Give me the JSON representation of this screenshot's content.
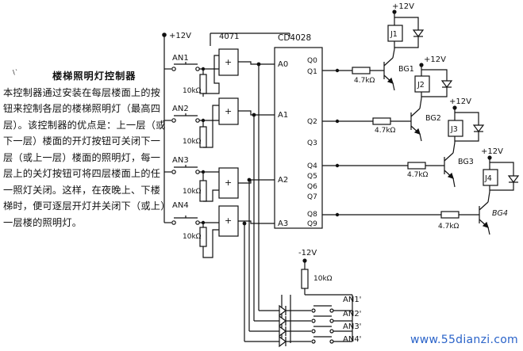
{
  "description": {
    "title": "楼梯照明灯控制器",
    "body": "本控制器通过安装在每层楼面上的按钮来控制各层的楼梯照明灯（最高四层）。该控制器的优点是：上一层（或下一层）楼面的开灯按钮可关闭下一层（或上一层）楼面的照明灯，每一层上的关灯按钮可将四层楼面上的任一照灯关闭。这样，在夜晚上、下楼梯时，便可逐层开灯并关闭下（或上）一层楼的照明灯。"
  },
  "labels": {
    "vcc_left": "+12V",
    "vcc_relay1": "+12V",
    "vcc_relay2": "+12V",
    "vcc_relay3": "+12V",
    "vcc_relay4": "+12V",
    "vneg": "-12V",
    "chip_or": "4071",
    "chip_decoder": "CD4028",
    "gate_symbol": "+",
    "resistor_10k": "10kΩ",
    "resistor_47k": "4.7kΩ",
    "pin_a0": "A0",
    "pin_a1": "A1",
    "pin_a2": "A2",
    "pin_a3": "A3",
    "pin_q0": "Q0",
    "pin_q1": "Q1",
    "pin_q2": "Q2",
    "pin_q3": "Q3",
    "pin_q4": "Q4",
    "pin_q5": "Q5",
    "pin_q6": "Q6",
    "pin_q7": "Q7",
    "pin_q8": "Q8",
    "pin_q9": "Q9",
    "an1": "AN1",
    "an2": "AN2",
    "an3": "AN3",
    "an4": "AN4",
    "an1p": "AN1'",
    "an2p": "AN2'",
    "an3p": "AN3'",
    "an4p": "AN4'",
    "j1": "J1",
    "j2": "J2",
    "j3": "J3",
    "j4": "J4",
    "bg1": "BG1",
    "bg2": "BG2",
    "bg3": "BG3",
    "bg4": "BG4"
  },
  "watermark": "www.55dianzi.com"
}
